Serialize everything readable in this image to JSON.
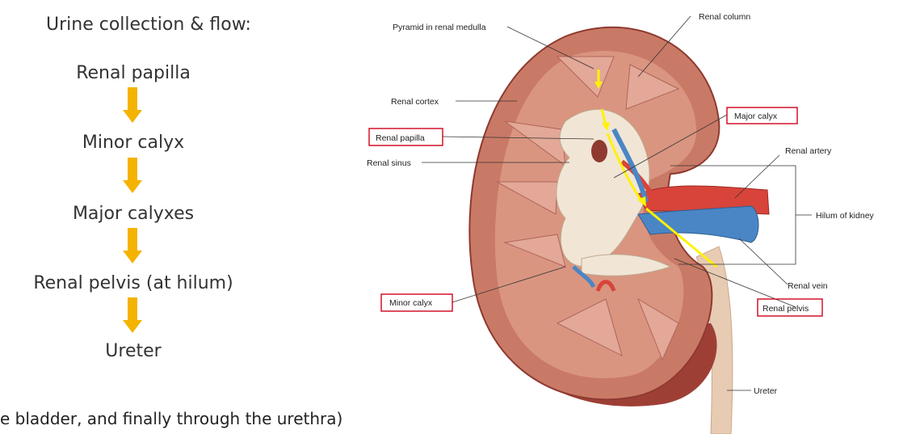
{
  "flow": {
    "title": "Urine collection & flow:",
    "steps": [
      "Renal papilla",
      "Minor calyx",
      "Major calyxes",
      "Renal pelvis (at hilum)",
      "Ureter"
    ]
  },
  "footer_text": "e bladder, and finally through the urethra)",
  "diagram": {
    "labels": {
      "pyramid": "Pyramid in renal medulla",
      "renal_column": "Renal column",
      "renal_cortex": "Renal cortex",
      "major_calyx": "Major calyx",
      "renal_papilla": "Renal papilla",
      "renal_artery": "Renal artery",
      "renal_sinus": "Renal sinus",
      "hilum": "Hilum of kidney",
      "renal_vein": "Renal vein",
      "minor_calyx": "Minor calyx",
      "renal_pelvis": "Renal pelvis",
      "ureter": "Ureter"
    }
  },
  "colors": {
    "flow_arrow": "#F5B301",
    "path_highlight": "#FFF200",
    "label_box_border": "#D0021B",
    "cortex": "#C97A66",
    "artery": "#D8443A",
    "vein": "#4A86C5"
  }
}
